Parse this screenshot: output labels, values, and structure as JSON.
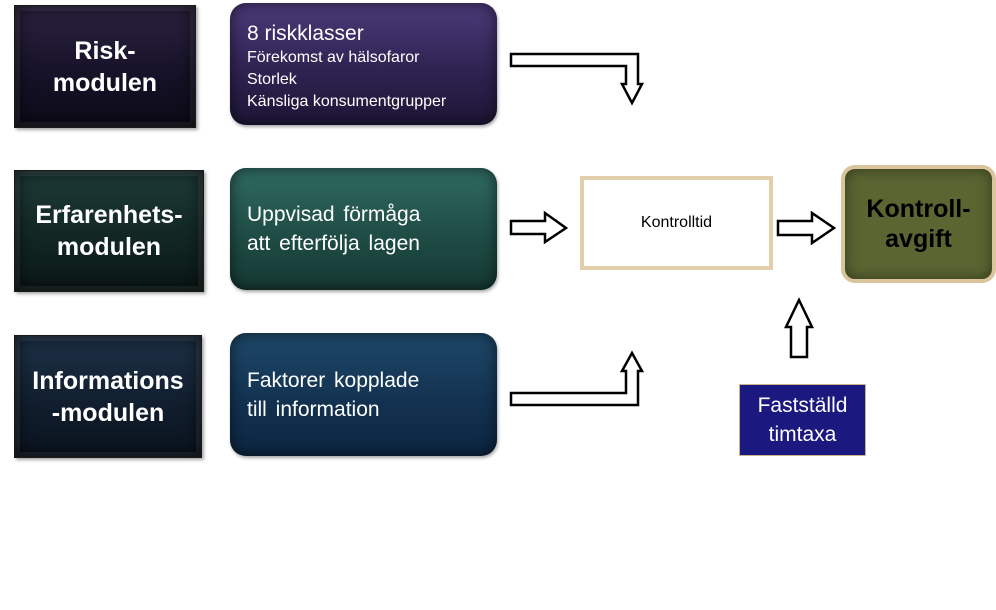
{
  "modules": {
    "risk": [
      "Risk-",
      "modulen"
    ],
    "erfarenhet": [
      "Erfarenhets-",
      "modulen"
    ],
    "information": [
      "Informations",
      "-modulen"
    ]
  },
  "factors": {
    "risk": {
      "heading": "8 riskklasser",
      "lines": [
        "Förekomst av hälsofaror",
        "Storlek",
        "Känsliga konsumentgrupper"
      ]
    },
    "erfarenhet": [
      "Uppvisad förmåga",
      "att efterfölja lagen"
    ],
    "information": [
      "Faktorer kopplade",
      "till information"
    ]
  },
  "kontrolltid": "Kontrolltid",
  "kontrollavgift": [
    "Kontroll-",
    "avgift"
  ],
  "timtaxa": [
    "Fastställd",
    "timtaxa"
  ],
  "colors": {
    "risk_module": "#151126",
    "erfarenhet_module": "#112522",
    "information_module": "#101d2c",
    "risk_factor": "#2f2352",
    "erfarenhet_factor": "#1f4d46",
    "information_factor": "#133251",
    "kontrolltid_border": "#e4cfad",
    "kontrollavgift_fill": "#5a6532",
    "timtaxa_fill": "#1b1880"
  }
}
